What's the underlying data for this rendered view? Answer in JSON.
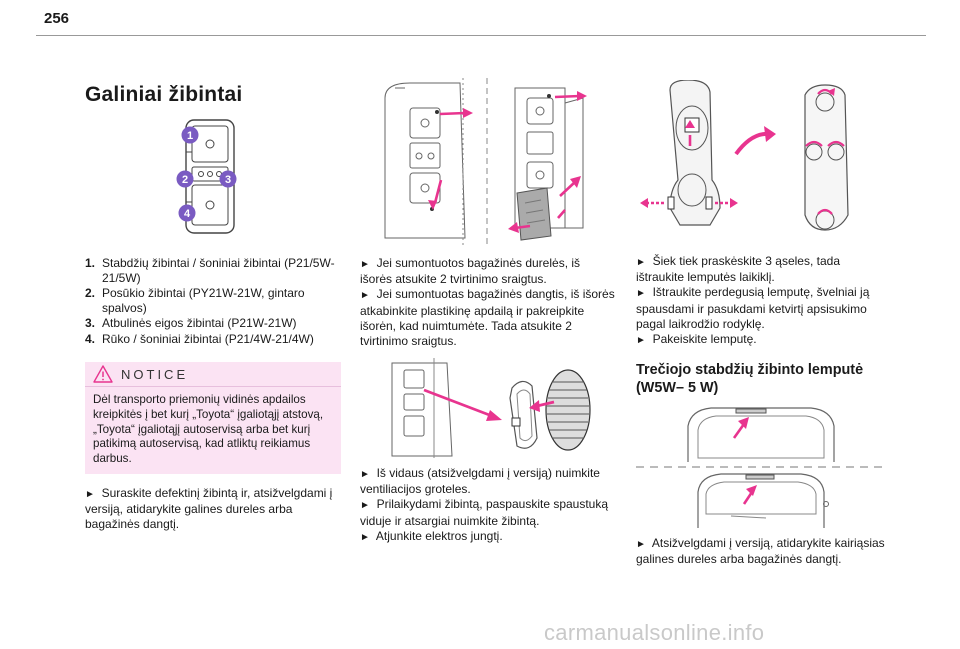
{
  "page": {
    "number": "256"
  },
  "section": {
    "title": "Galiniai žibintai"
  },
  "lamp_list": [
    {
      "num": "1.",
      "text": "Stabdžių žibintai / šoniniai žibintai (P21/5W-21/5W)"
    },
    {
      "num": "2.",
      "text": "Posūkio žibintai (PY21W-21W, gintaro spalvos)"
    },
    {
      "num": "3.",
      "text": "Atbulinės eigos žibintai (P21W-21W)"
    },
    {
      "num": "4.",
      "text": "Rūko / šoniniai žibintai (P21/4W-21/4W)"
    }
  ],
  "diagram_labels": {
    "n1": "1",
    "n2": "2",
    "n3": "3",
    "n4": "4"
  },
  "notice": {
    "title": "NOTICE",
    "body": "Dėl transporto priemonių vidinės apdailos kreipkitės į bet kurį „Toyota“ įgaliotąjį atstovą, „Toyota“ įgaliotąjį autoservisą arba bet kurį patikimą autoservisą, kad atliktų reikiamus darbus."
  },
  "step_bullet": "►",
  "col1_step": "Suraskite defektinį žibintą ir, atsižvelgdami į versiją, atidarykite galines dureles arba bagažinės dangtį.",
  "col2_steps_a": [
    "Jei sumontuotos bagažinės durelės, iš išorės atsukite 2 tvirtinimo sraigtus.",
    "Jei sumontuotas bagažinės dangtis, iš išorės atkabinkite plastikinę apdailą ir pakreipkite išorėn, kad nuimtumėte. Tada atsukite 2 tvirtinimo sraigtus."
  ],
  "col2_steps_b": [
    "Iš vidaus (atsižvelgdami į versiją) nuimkite ventiliacijos groteles.",
    "Prilaikydami žibintą, paspauskite spaustuką viduje ir atsargiai nuimkite žibintą.",
    "Atjunkite elektros jungtį."
  ],
  "col3_steps": [
    "Šiek tiek praskėskite 3 ąseles, tada ištraukite lemputės laikiklį.",
    "Ištraukite perdegusią lemputę, švelniai ją spausdami ir pasukdami ketvirtį apsisukimo pagal laikrodžio rodyklę.",
    "Pakeiskite lemputę."
  ],
  "third_brake": {
    "heading": "Trečiojo stabdžių žibinto lemputė (W5W– 5 W)",
    "step": "Atsižvelgdami į versiją, atidarykite kairiąsias galines dureles arba bagažinės dangtį."
  },
  "watermark": "carmanualsonline.info",
  "colors": {
    "accent": "#e8348f",
    "notice_bg": "#fbe3f3"
  }
}
